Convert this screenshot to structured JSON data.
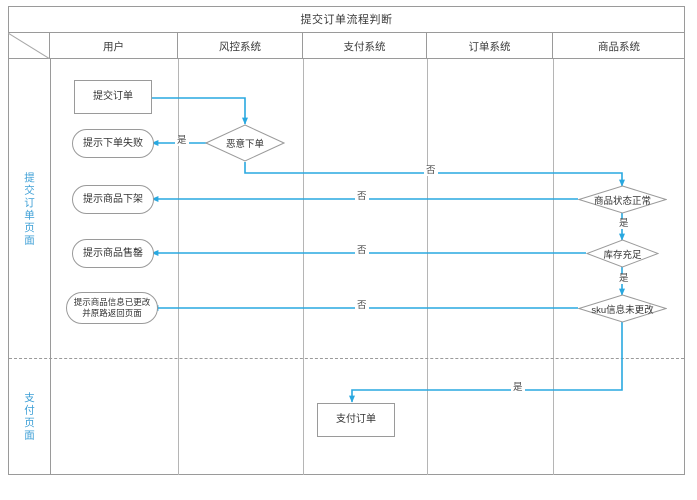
{
  "diagram": {
    "title": "提交订单流程判断",
    "accent_color": "#29a8e0",
    "border_color": "#9a9a9a",
    "lane_label_color": "#3d9fd6"
  },
  "columns": [
    {
      "label": "用户"
    },
    {
      "label": "风控系统"
    },
    {
      "label": "支付系统"
    },
    {
      "label": "订单系统"
    },
    {
      "label": "商品系统"
    }
  ],
  "lanes": [
    {
      "label": "提交订单页面"
    },
    {
      "label": "支付页面"
    }
  ],
  "nodes": {
    "submit_order": "提交订单",
    "malicious_order": "恶意下单",
    "tip_order_failed": "提示下单失败",
    "goods_status_ok": "商品状态正常",
    "tip_goods_offline": "提示商品下架",
    "stock_enough": "库存充足",
    "tip_goods_soldout": "提示商品售罄",
    "sku_unchanged": "sku信息未更改",
    "tip_sku_changed": "提示商品信息已更改并原路返回页面",
    "pay_order": "支付订单"
  },
  "edge_labels": {
    "yes_malicious": "是",
    "no_malicious": "否",
    "no_goods_status": "否",
    "yes_goods_status": "是",
    "no_stock": "否",
    "yes_stock": "是",
    "no_sku": "否",
    "yes_sku": "是"
  }
}
